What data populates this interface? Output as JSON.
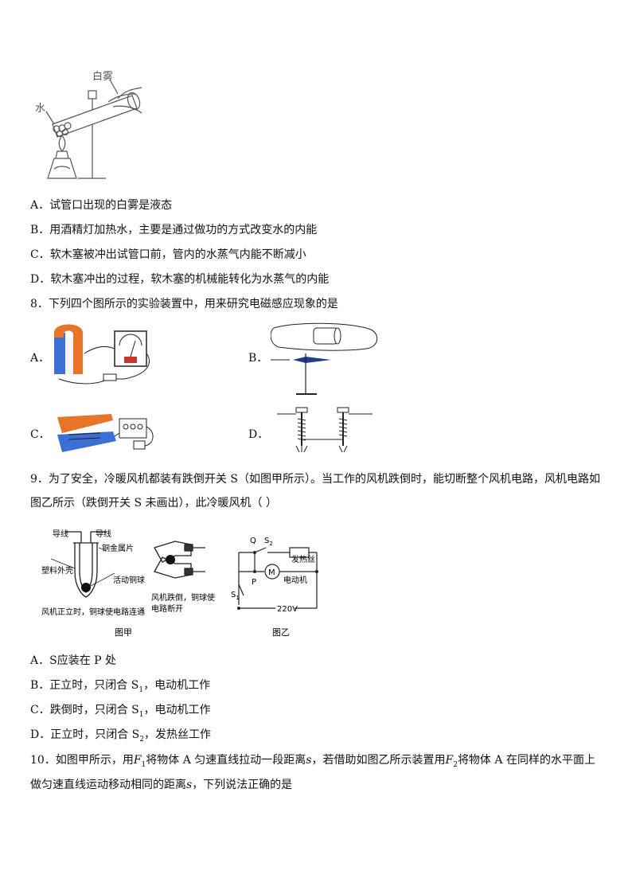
{
  "q7": {
    "fig_labels": {
      "water": "水",
      "fog": "白雾"
    },
    "options": [
      "A．试管口出现的白雾是液态",
      "B．用酒精灯加热水，主要是通过做功的方式改变水的内能",
      "C．软木塞被冲出试管口前，管内的水蒸气内能不断减小",
      "D．软木塞冲出的过程，软木塞的机械能转化为水蒸气的内能"
    ]
  },
  "q8": {
    "stem": "8．下列四个图所示的实验装置中，用来研究电磁感应现象的是",
    "opt_labels": [
      "A．",
      "B．",
      "C．",
      "D．"
    ]
  },
  "q9": {
    "stem_line1": "9．为了安全，冷暖风机都装有跌倒开关 S（如图甲所示）。当工作的风机跌倒时，能切断整个风机电路，风机电路如",
    "stem_line2": "图乙所示（跌倒开关 S 未画出），此冷暖风机（    ）",
    "fig_jia": {
      "wire1": "导线",
      "wire2": "导线",
      "copper_sheet": "铜金属片",
      "shell": "塑料外壳",
      "ball": "活动铜球",
      "upright": "风机正立时，铜球使电路连通",
      "fallen1": "风机跌倒，铜球使",
      "fallen2": "电路断开",
      "caption": "图甲"
    },
    "fig_yi": {
      "Q": "Q",
      "S2": "S",
      "S2_sub": "2",
      "heater": "发热丝",
      "P": "P",
      "M": "M",
      "motor": "电动机",
      "S1": "S",
      "S1_sub": "1",
      "voltage": "220V",
      "caption": "图乙"
    },
    "options": {
      "A": "A．S应装在 P 处",
      "B_pre": "B．正立时，只闭合 S",
      "B_sub": "1",
      "B_post": "，电动机工作",
      "C_pre": "C．跌倒时，只闭合 S",
      "C_sub": "1",
      "C_post": "，电动机工作",
      "D_pre": "D．正立时，只闭合 S",
      "D_sub": "2",
      "D_post": "，发热丝工作"
    }
  },
  "q10": {
    "l1_a": "10．如图甲所示，用",
    "F1": "F",
    "F1_sub": "1",
    "l1_b": "将物体 A 匀速直线拉动一段距离",
    "s1": "s",
    "l1_c": "，若借助如图乙所示装置用",
    "F2": "F",
    "F2_sub": "2",
    "l1_d": "将物体 A 在同样的水平面上",
    "l2_a": "做匀速直线运动移动相同的距离",
    "s2": "s",
    "l2_b": "，下列说法正确的是"
  }
}
